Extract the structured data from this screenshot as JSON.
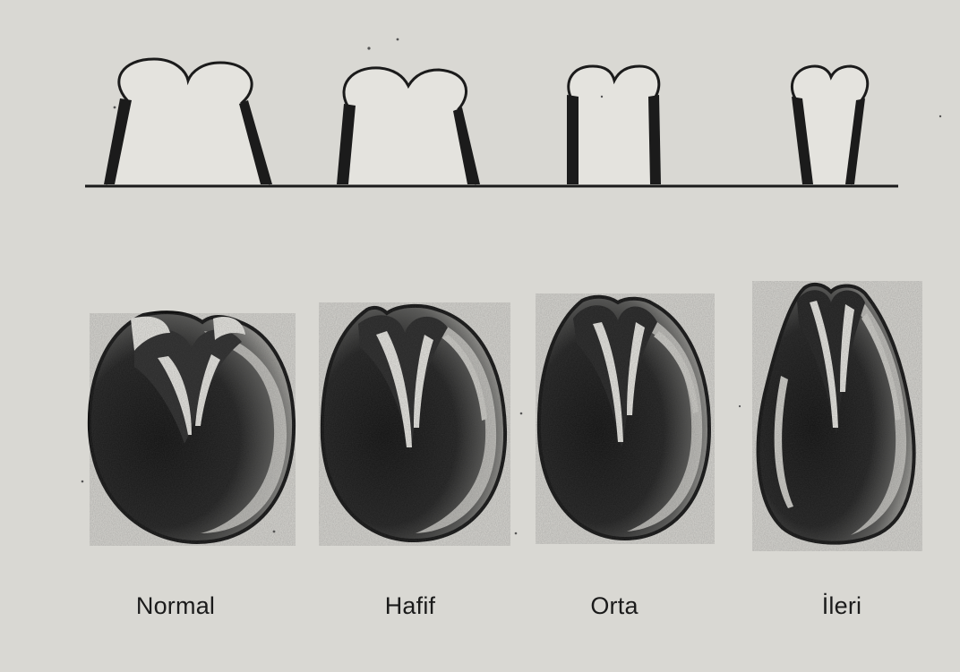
{
  "diagram": {
    "stages": [
      {
        "id": "normal",
        "label": "Normal"
      },
      {
        "id": "hafif",
        "label": "Hafif"
      },
      {
        "id": "orta",
        "label": "Orta"
      },
      {
        "id": "ileri",
        "label": "İleri"
      }
    ],
    "colors": {
      "paper": "#d9d8d3",
      "ink": "#1b1b1b",
      "highlight": "#e9e8e3"
    }
  }
}
